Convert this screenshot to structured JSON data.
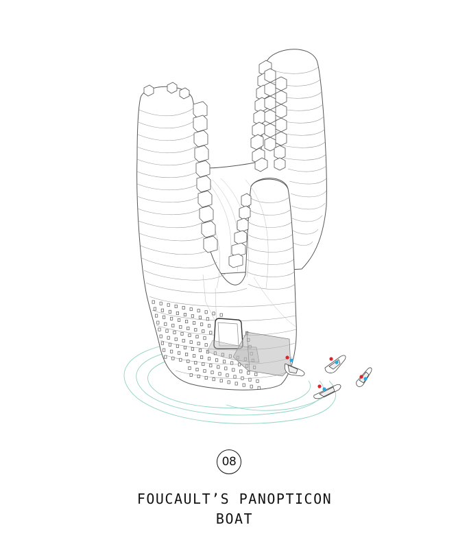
{
  "figure": {
    "number": "08",
    "title_line1": "FOUCAULT’S PANOPTICON",
    "title_line2": "BOAT"
  },
  "colors": {
    "line": "#555555",
    "contour": "#9a9a9a",
    "wake": "#8fd3c4",
    "marker_red": "#e0202a",
    "marker_blue": "#29a8e0",
    "shade": "#b9b9b9"
  }
}
